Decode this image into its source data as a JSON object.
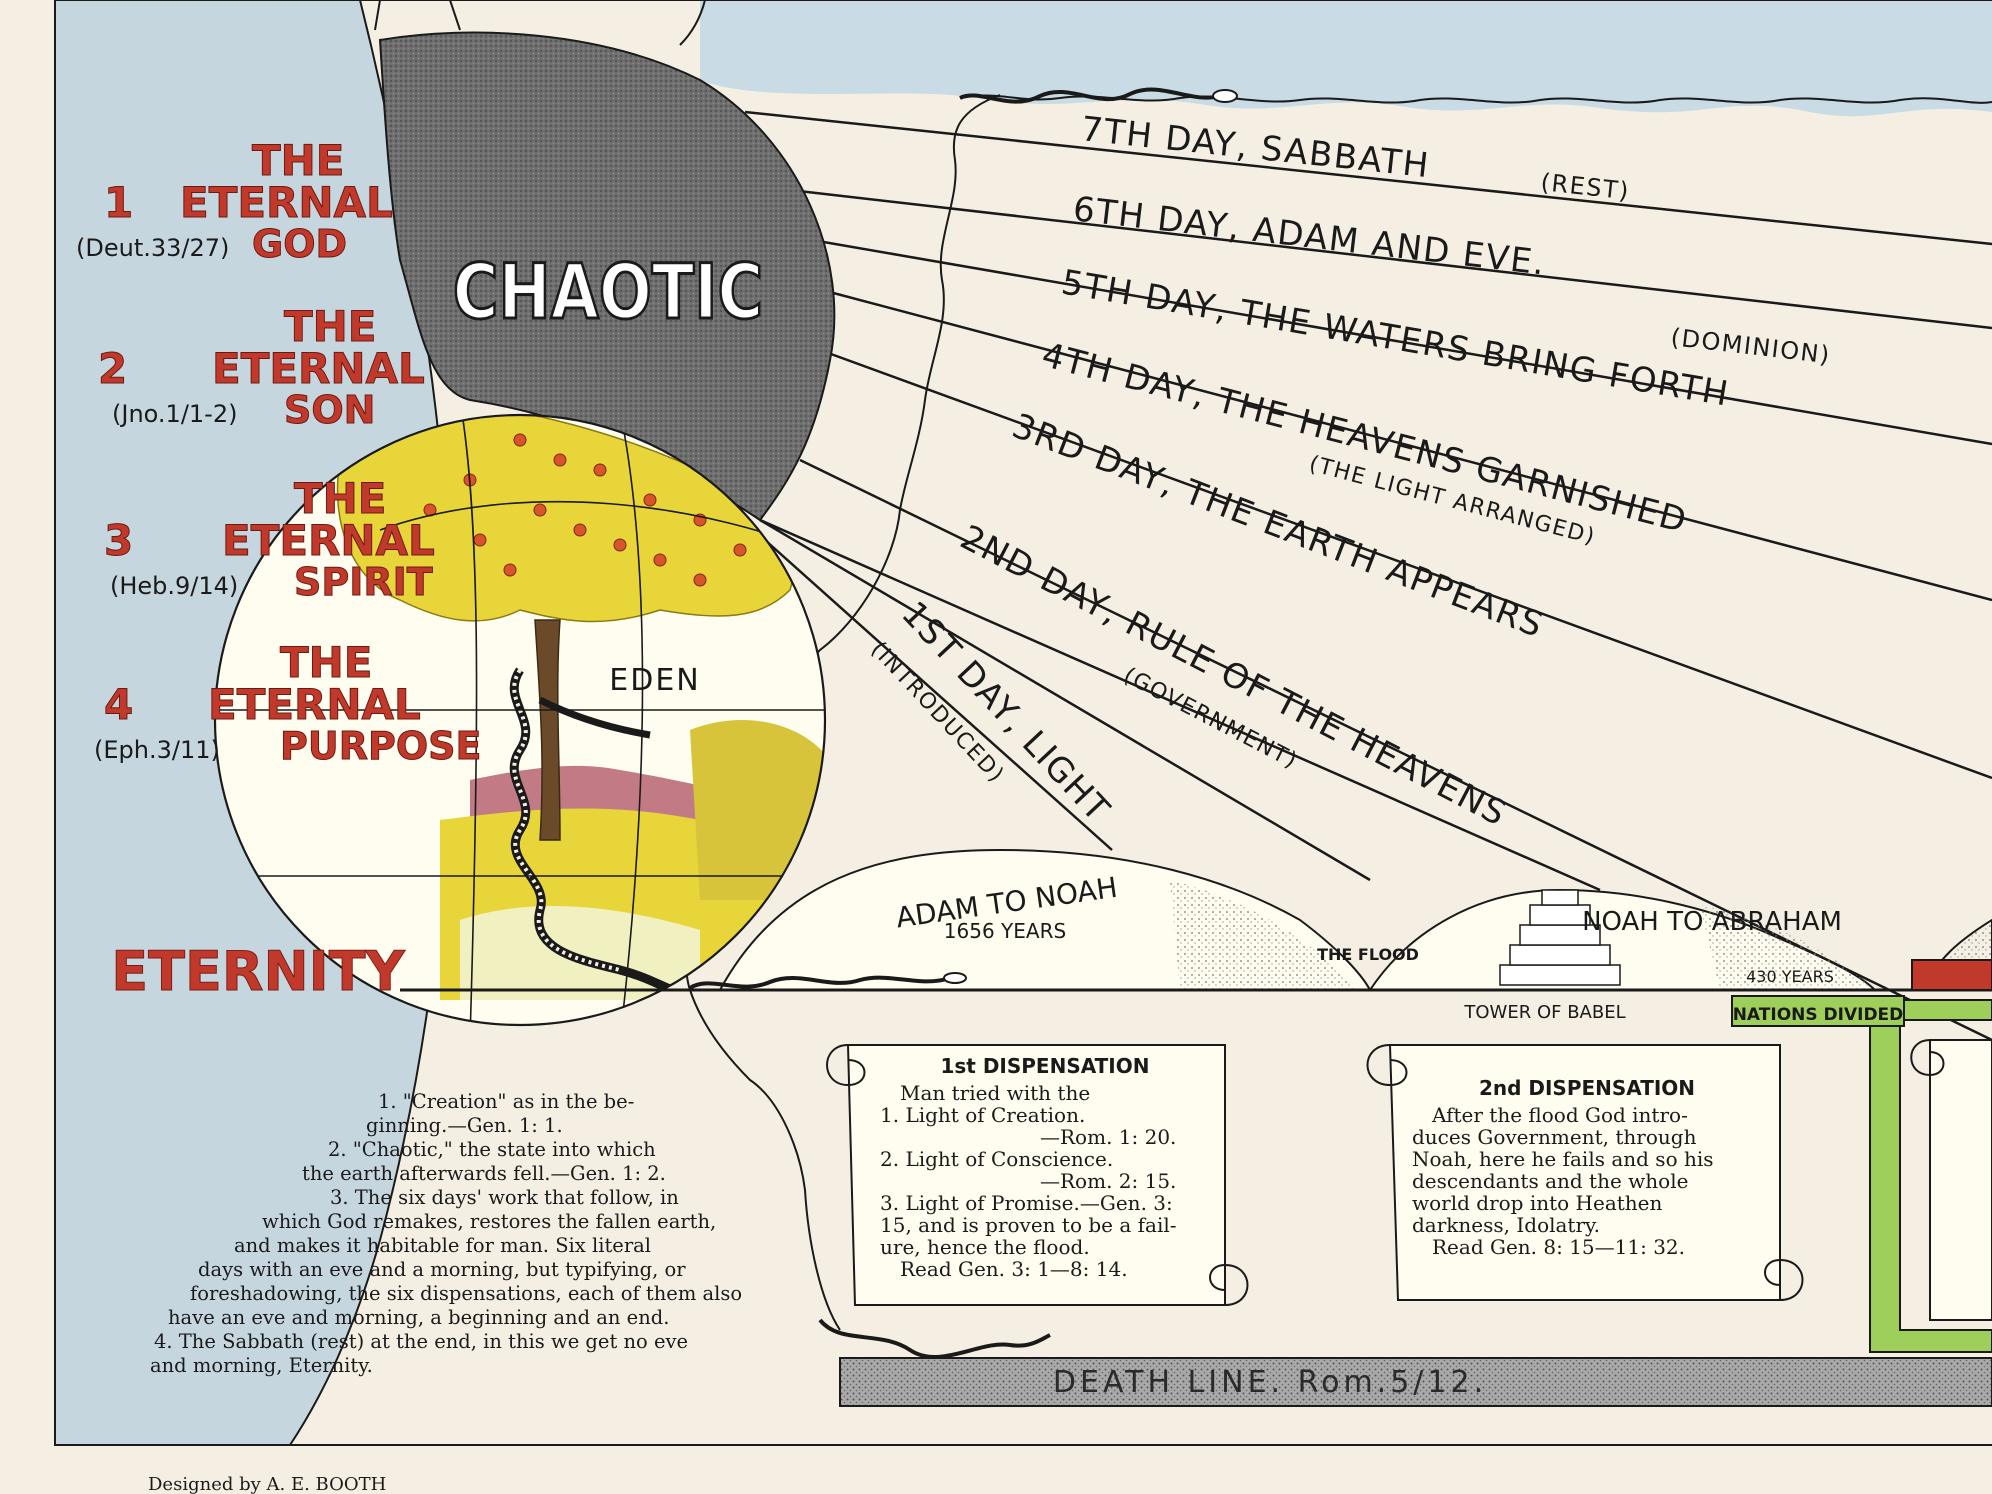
{
  "colors": {
    "background": "#f4efe2",
    "sky": "#c9dbe4",
    "red": "#c0392b",
    "green": "#9fcf5b",
    "gray": "#8f8f8f",
    "dark_gray": "#5d5d5d",
    "ink": "#1a1a1a"
  },
  "eternals": [
    {
      "number": "1",
      "word1": "THE",
      "word2": "ETERNAL",
      "word3": "GOD",
      "reference": "(Deut.33/27)"
    },
    {
      "number": "2",
      "word1": "THE",
      "word2": "ETERNAL",
      "word3": "SON",
      "reference": "(Jno.1/1-2)"
    },
    {
      "number": "3",
      "word1": "THE",
      "word2": "ETERNAL",
      "word3": "SPIRIT",
      "reference": "(Heb.9/14)"
    },
    {
      "number": "4",
      "word1": "THE",
      "word2": "ETERNAL",
      "word3": "PURPOSE",
      "reference": "(Eph.3/11)"
    }
  ],
  "eternity_label": "ETERNITY",
  "chaotic_label": "CHAOTIC",
  "eden_label": "EDEN",
  "days": [
    {
      "label": "7TH DAY, SABBATH",
      "note": "(REST)"
    },
    {
      "label": "6TH DAY, ADAM AND EVE.",
      "note": "(DOMINION)"
    },
    {
      "label": "5TH DAY, THE WATERS BRING FORTH",
      "note": ""
    },
    {
      "label": "4TH DAY, THE HEAVENS GARNISHED",
      "note": "(THE LIGHT ARRANGED)"
    },
    {
      "label": "3RD DAY, THE EARTH APPEARS",
      "note": ""
    },
    {
      "label": "2ND DAY, RULE OF THE HEAVENS",
      "note": "(GOVERNMENT)"
    },
    {
      "label": "1ST DAY, LIGHT",
      "note": "(INTRODUCED)"
    }
  ],
  "ages": [
    {
      "title": "ADAM TO NOAH",
      "years": "1656 YEARS"
    },
    {
      "title": "NOAH TO ABRAHAM",
      "years": "430 YEARS"
    }
  ],
  "the_flood": "THE FLOOD",
  "tower_of_babel": "TOWER OF BABEL",
  "nations_divided": "NATIONS DIVIDED",
  "dispensations": [
    {
      "heading": "1st DISPENSATION",
      "lines": [
        "Man tried with the",
        "1. Light of Creation.",
        "—Rom. 1: 20.",
        "2. Light of Conscience.",
        "—Rom. 2: 15.",
        "3. Light of Promise.—Gen. 3:",
        "15, and is proven to be a fail-",
        "ure, hence the flood.",
        "Read Gen. 3: 1—8: 14."
      ]
    },
    {
      "heading": "2nd DISPENSATION",
      "lines": [
        "After the flood God intro-",
        "duces Government, through",
        "Noah, here he fails and so his",
        "descendants and the whole",
        "world drop into Heathen",
        "darkness, Idolatry.",
        "Read Gen. 8: 15—11: 32."
      ]
    }
  ],
  "notes": [
    "1. \"Creation\" as in the be-",
    "ginning.—Gen. 1: 1.",
    "2. \"Chaotic,\" the state into which",
    "the earth afterwards fell.—Gen. 1: 2.",
    "3. The six days' work that follow, in",
    "which God remakes, restores the fallen earth,",
    "and makes it habitable for man. Six literal",
    "days with an eve and a morning, but typifying, or",
    "foreshadowing, the six dispensations, each of them also",
    "have an eve and morning, a beginning and an end.",
    "4. The Sabbath (rest) at the end, in this we get no eve",
    "and morning, Eternity."
  ],
  "death_line": "DEATH LINE. Rom.5/12.",
  "credit": "Designed by A. E. BOOTH"
}
